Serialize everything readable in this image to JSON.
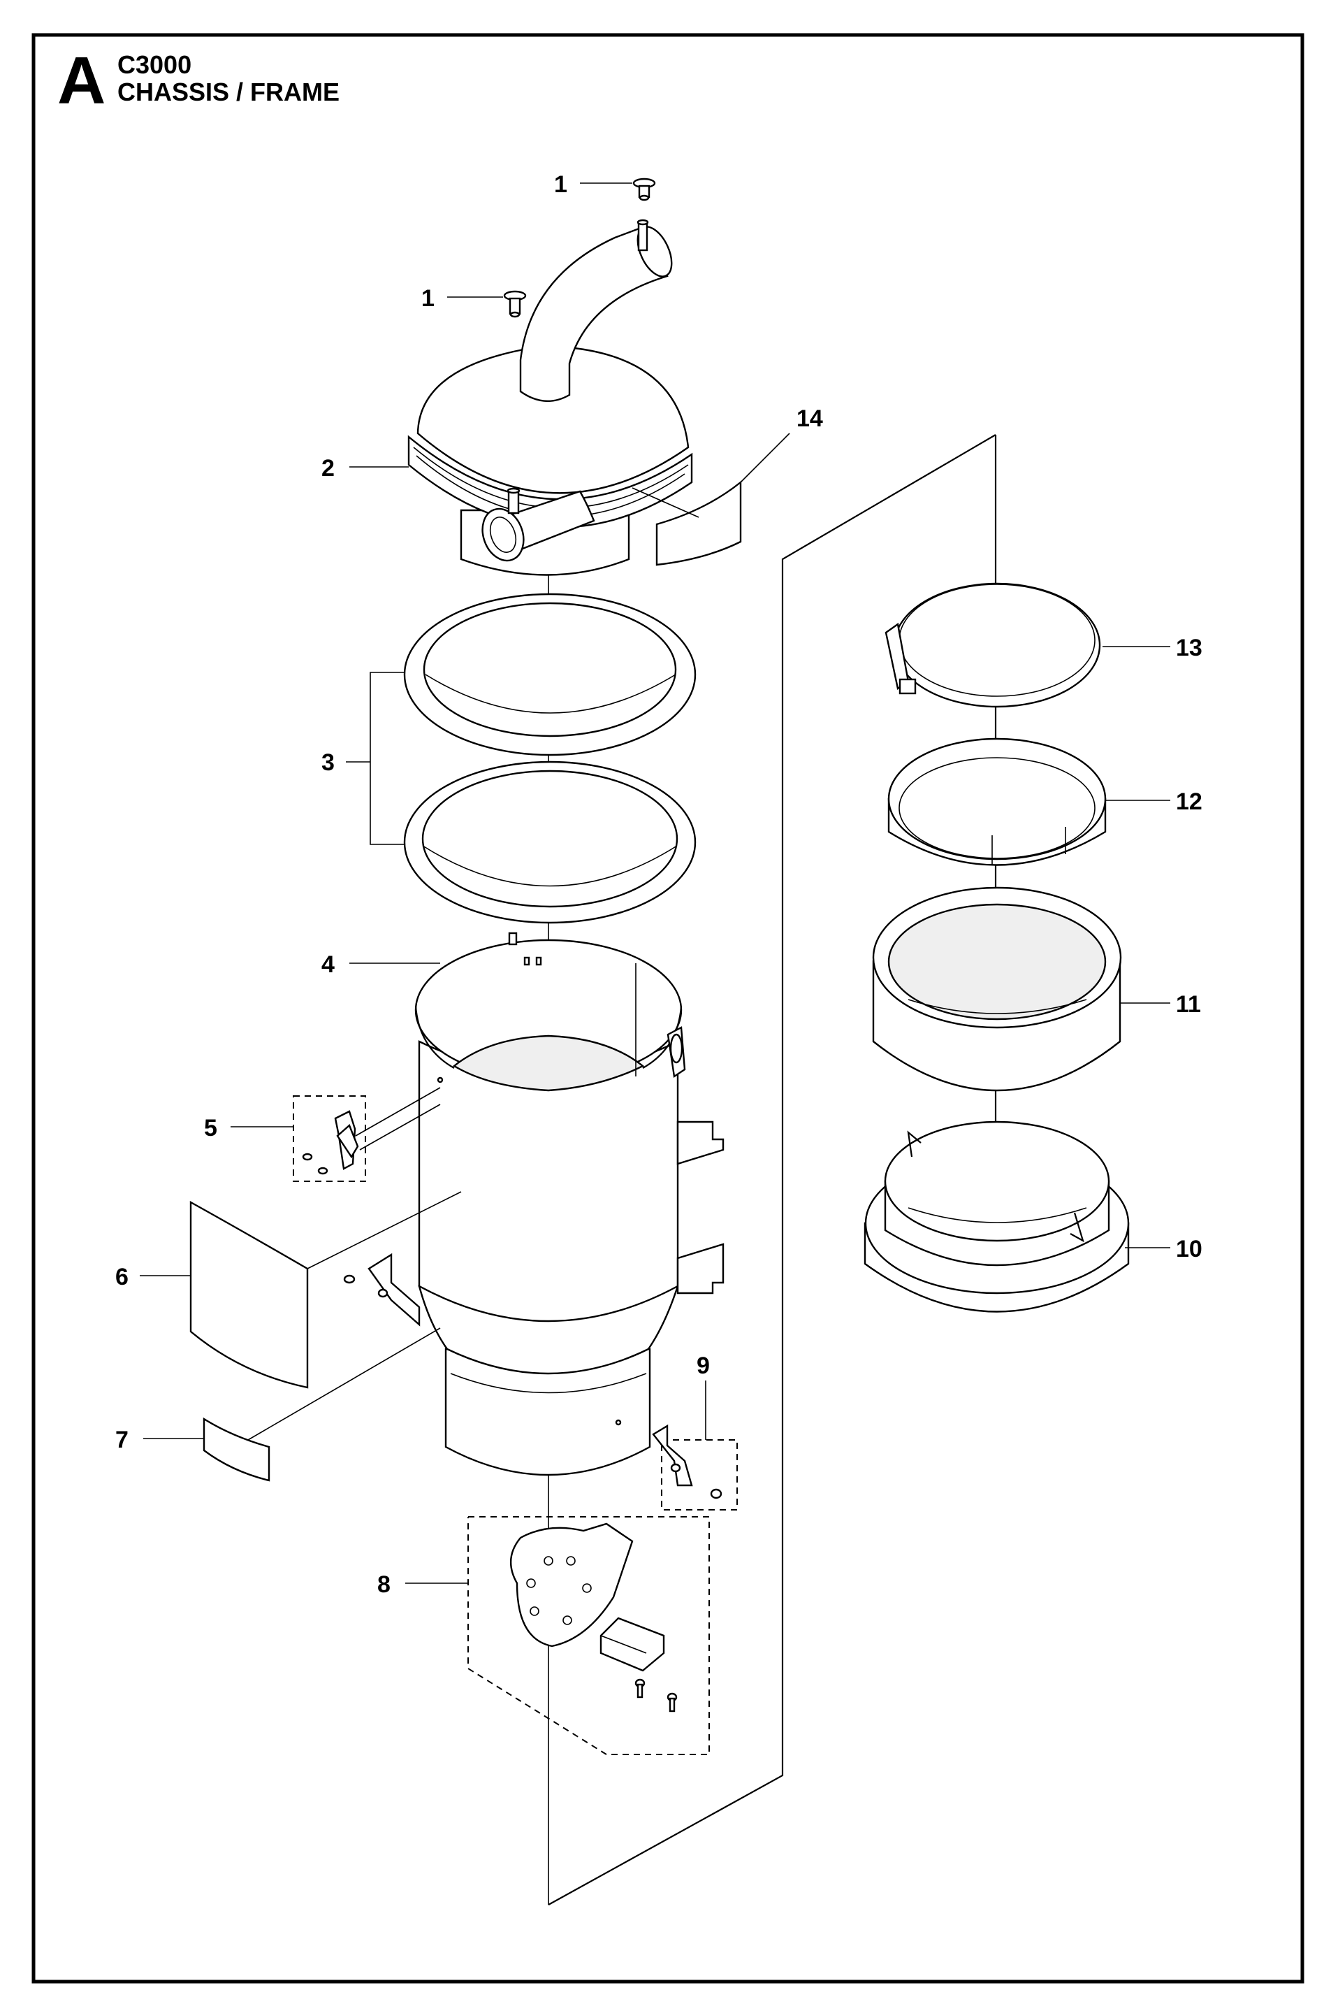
{
  "header": {
    "section_letter": "A",
    "model": "C3000",
    "title": "CHASSIS / FRAME"
  },
  "callouts": [
    {
      "id": "1a",
      "number": "1",
      "part": "knob"
    },
    {
      "id": "1b",
      "number": "1",
      "part": "knob"
    },
    {
      "id": "2",
      "number": "2",
      "part": "lid-with-inlet-pipe"
    },
    {
      "id": "3",
      "number": "3",
      "part": "gasket-rings"
    },
    {
      "id": "4",
      "number": "4",
      "part": "container-body"
    },
    {
      "id": "5",
      "number": "5",
      "part": "latch-kit"
    },
    {
      "id": "6",
      "number": "6",
      "part": "decal-large"
    },
    {
      "id": "7",
      "number": "7",
      "part": "decal-small"
    },
    {
      "id": "8",
      "number": "8",
      "part": "bottom-flap-kit"
    },
    {
      "id": "9",
      "number": "9",
      "part": "bracket-kit"
    },
    {
      "id": "10",
      "number": "10",
      "part": "base-ring"
    },
    {
      "id": "11",
      "number": "11",
      "part": "sleeve-ring"
    },
    {
      "id": "12",
      "number": "12",
      "part": "band-ring"
    },
    {
      "id": "13",
      "number": "13",
      "part": "hose-clamp"
    },
    {
      "id": "14",
      "number": "14",
      "part": "lid-decal"
    }
  ],
  "icons": {
    "knob": "knob-icon",
    "clamp": "clamp-icon",
    "screw": "screw-icon"
  },
  "colors": {
    "line": "#000000",
    "background": "#ffffff"
  }
}
